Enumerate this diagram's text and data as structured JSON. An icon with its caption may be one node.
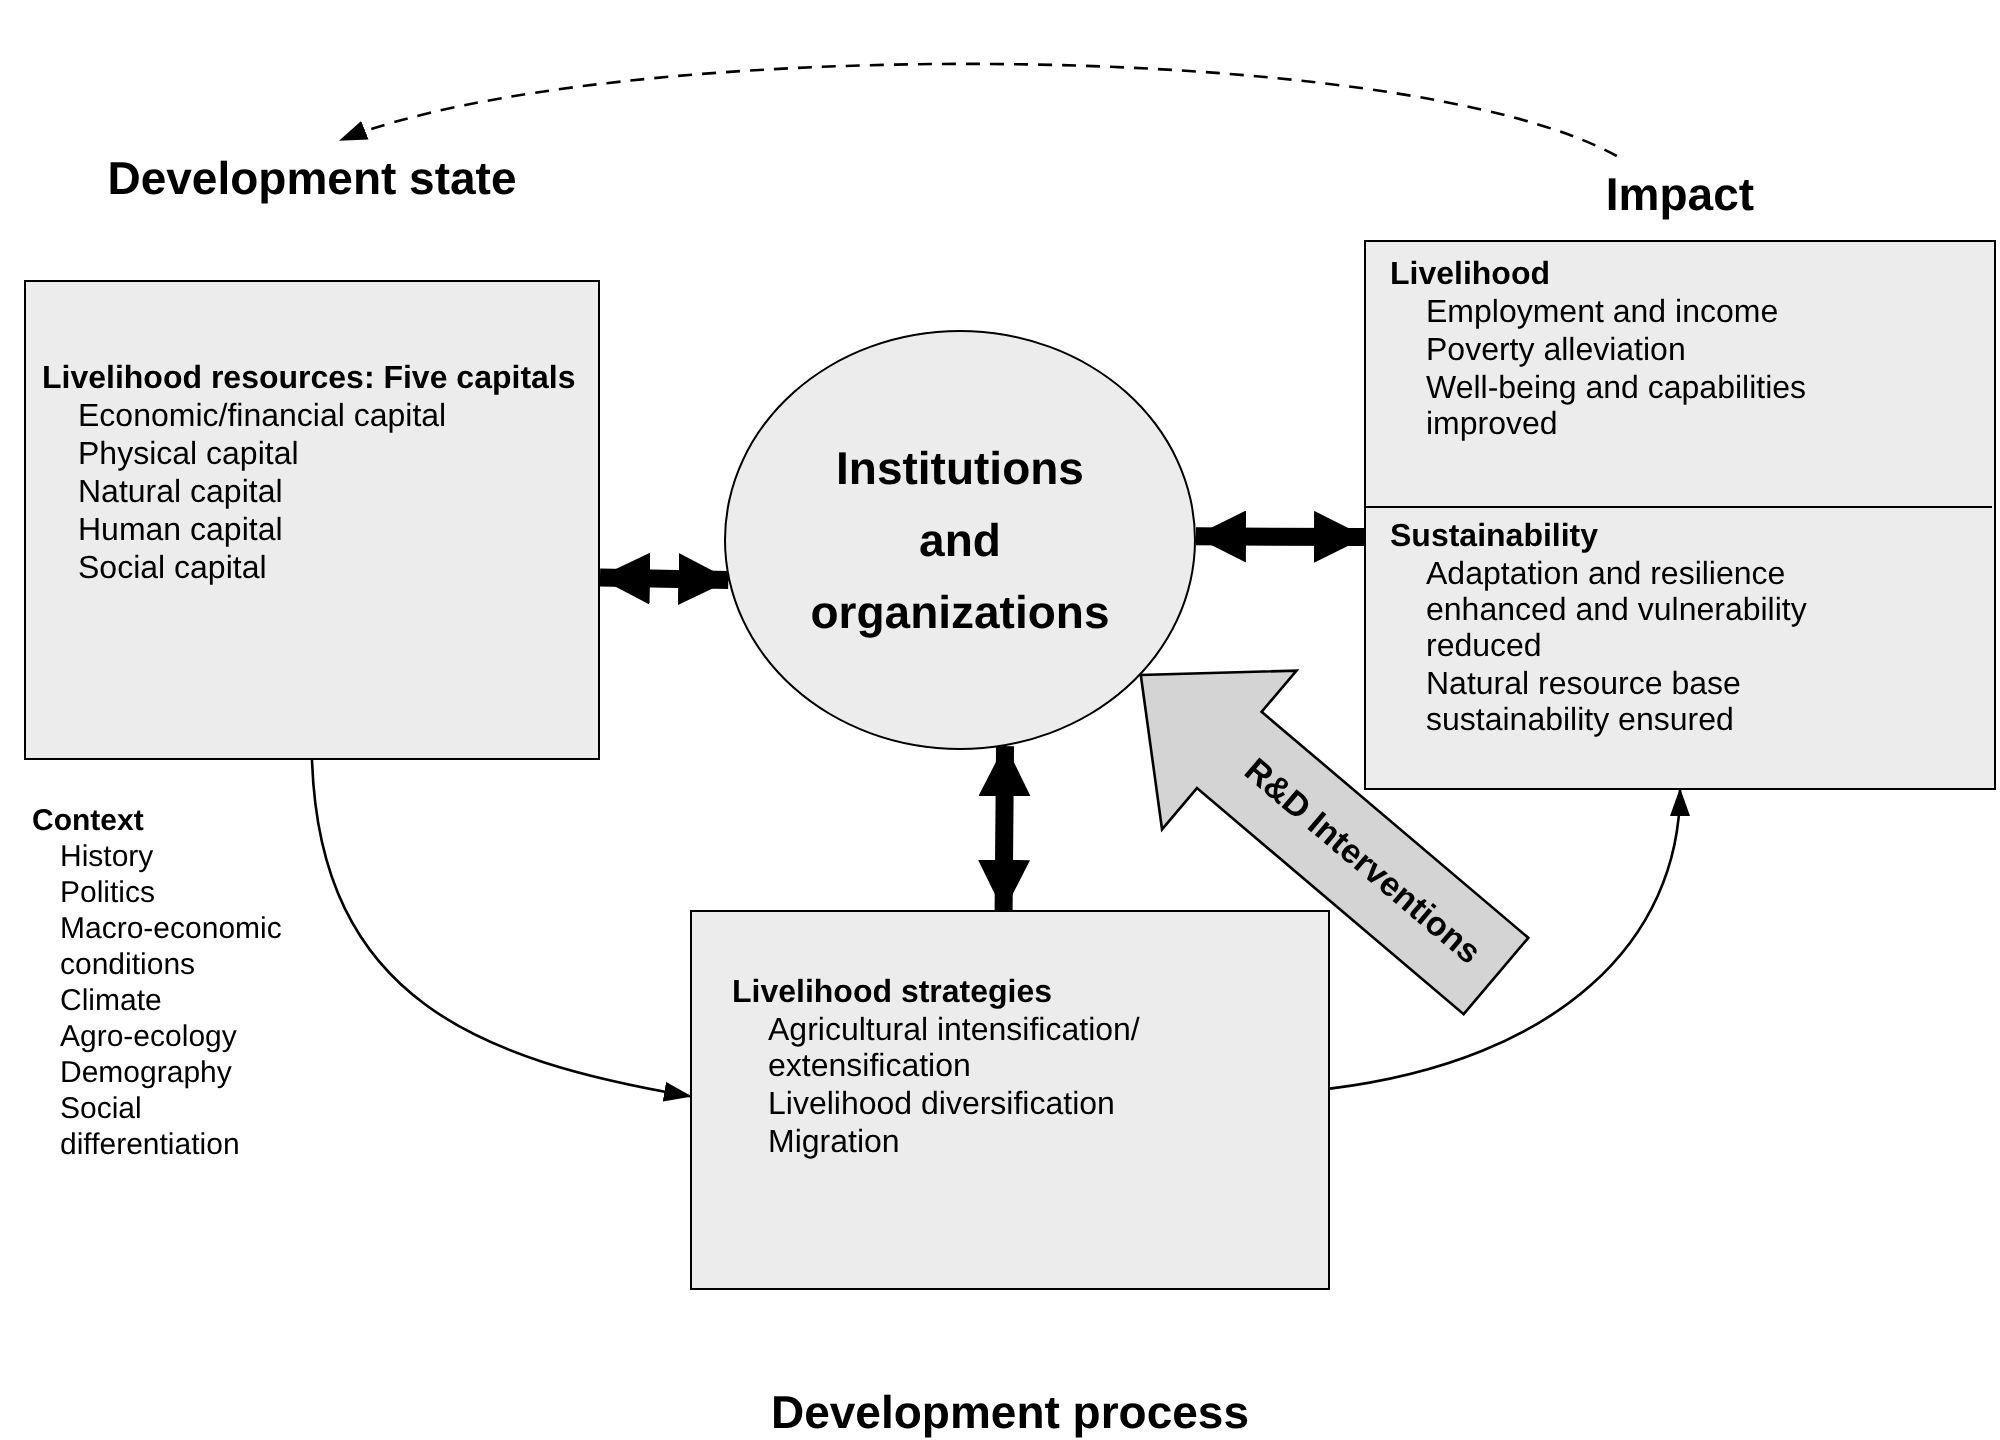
{
  "diagram": {
    "nodes": [
      {
        "text": [
          "Development state",
          "Livelihood resources: Five capitals",
          "Economic/financial capital",
          "Physical capital",
          "Natural capital",
          "Human capital",
          "Social capital"
        ]
      },
      {
        "text": [
          "Institutions and organizations"
        ]
      },
      {
        "text": [
          "Impact"
        ]
      },
      {
        "text": [
          "Livelihood",
          "Employment and income",
          "Poverty alleviation",
          "Well-being and capabilities improved"
        ],
        "in": 2
      },
      {
        "text": [
          "Sustainability",
          "Adaptation and resilience enhanced and vulnerability reduced",
          "Natural resource base sustainability ensured"
        ],
        "in": 2
      },
      {
        "text": [
          "Livelihood strategies",
          "Agricultural intensification/ extensification",
          "Livelihood diversification",
          "Migration",
          "Development process"
        ]
      }
    ],
    "edges": [
      {
        "from": 0,
        "to": 1,
        "arrow": "both",
        "style": "thick"
      },
      {
        "from": 1,
        "to": 2,
        "arrow": "both",
        "style": "thick"
      },
      {
        "from": 1,
        "to": 5,
        "arrow": "both",
        "style": "thick"
      },
      {
        "from": 0,
        "to": 5,
        "arrow": "to"
      },
      {
        "from": 5,
        "to": 2,
        "arrow": "to"
      },
      {
        "from": 2,
        "to": 0,
        "arrow": "to",
        "style": "dashed"
      },
      {
        "from": null,
        "to": 1,
        "arrow": "to",
        "label": "R&D Interventions",
        "style": "thick"
      }
    ],
    "labels": [
      "Context",
      "History",
      "Politics",
      "Macro-economic conditions",
      "Climate",
      "Agro-ecology",
      "Demography",
      "Social differentiation"
    ]
  }
}
